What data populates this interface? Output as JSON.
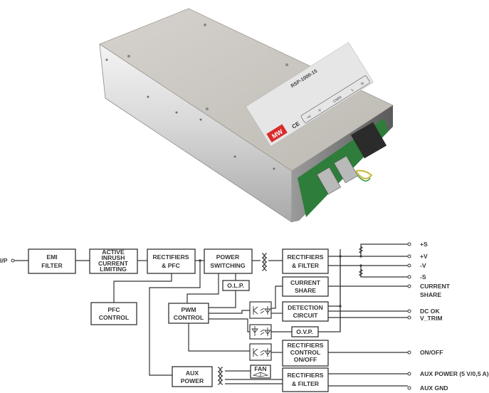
{
  "product": {
    "brand_logo": "MW",
    "model_label": "RSP-1000-15",
    "label_marks": [
      "CE",
      "+V",
      "-V",
      "CN50",
      "L",
      "N"
    ],
    "colors": {
      "case": "#c9c6c0",
      "label": "#e6e6e6",
      "logo": "#d92b2b",
      "pcb": "#2e7d3a"
    }
  },
  "diagram": {
    "input_label": "I/P",
    "blocks": {
      "emi_filter": [
        "EMI",
        "FILTER"
      ],
      "inrush": [
        "ACTIVE",
        "INRUSH",
        "CURRENT",
        "LIMITING"
      ],
      "rect_pfc": [
        "RECTIFIERS",
        "& PFC"
      ],
      "power_switching": [
        "POWER",
        "SWITCHING"
      ],
      "rect_filter": [
        "RECTIFIERS",
        "& FILTER"
      ],
      "olp": [
        "O.L.P."
      ],
      "pfc_control": [
        "PFC",
        "CONTROL"
      ],
      "pwm_control": [
        "PWM",
        "CONTROL"
      ],
      "current_share": [
        "CURRENT",
        "SHARE"
      ],
      "detection": [
        "DETECTION",
        "CIRCUIT"
      ],
      "ovp": [
        "O.V.P."
      ],
      "rect_control": [
        "RECTIFIERS",
        "CONTROL",
        "ON/OFF"
      ],
      "aux_power": [
        "AUX",
        "POWER"
      ],
      "fan": [
        "FAN"
      ],
      "aux_rect_filter": [
        "RECTIFIERS",
        "& FILTER"
      ]
    },
    "outputs": {
      "plus_s": "+S",
      "plus_v": "+V",
      "minus_v": "-V",
      "minus_s": "-S",
      "current_share": [
        "CURRENT",
        "SHARE"
      ],
      "dc_ok": "DC OK",
      "v_trim": "V_TRIM",
      "on_off": "ON/OFF",
      "aux_power": "AUX POWER (5 V/0,5 A)",
      "aux_gnd": "AUX GND"
    }
  }
}
